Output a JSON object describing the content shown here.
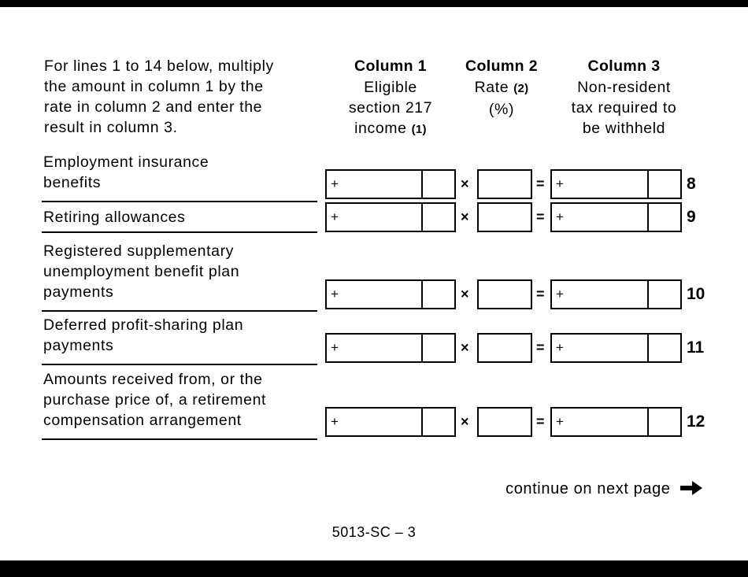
{
  "page": {
    "instructions": "For lines 1 to 14 below, multiply\nthe amount in column 1 by the\nrate in column 2 and enter the\nresult in column 3.",
    "continue_text": "continue on next page",
    "footer": "5013-SC – 3"
  },
  "icons": {
    "continue_arrow": "arrow-right"
  },
  "symbols": {
    "plus": "+",
    "times": "×",
    "equals": "="
  },
  "columns": {
    "col1": {
      "title": "Column 1",
      "line1": "Eligible",
      "line2": "section 217",
      "line3_text": "income",
      "line3_note": "(1)"
    },
    "col2": {
      "title": "Column 2",
      "line1_text": "Rate",
      "line1_note": "(2)",
      "line2": "(%)"
    },
    "col3": {
      "title": "Column 3",
      "subtitle": "Non-resident\ntax required to\nbe withheld"
    }
  },
  "rows": [
    {
      "label": "Employment insurance\nbenefits",
      "line": "8"
    },
    {
      "label": "Retiring allowances",
      "line": "9"
    },
    {
      "label": "Registered supplementary\nunemployment benefit plan\npayments",
      "line": "10"
    },
    {
      "label": "Deferred profit-sharing plan\npayments",
      "line": "11"
    },
    {
      "label": "Amounts received from, or the\npurchase price of, a retirement\ncompensation arrangement",
      "line": "12"
    }
  ]
}
